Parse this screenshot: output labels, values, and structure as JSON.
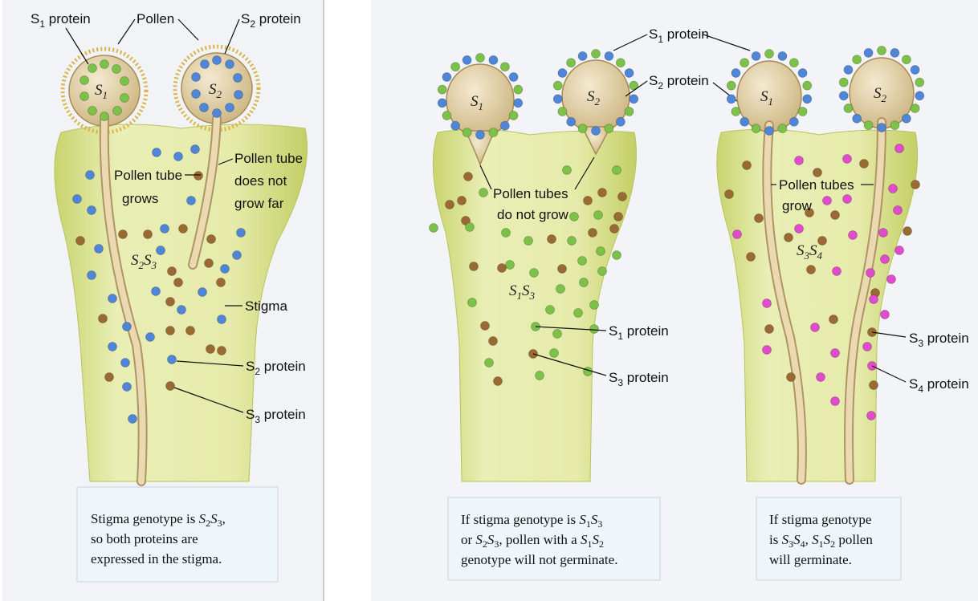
{
  "panel1": {
    "labels": {
      "s1_protein": "S",
      "s1_protein_sub": "1",
      "s1_protein_tail": " protein",
      "pollen": "Pollen",
      "s2_protein": "S",
      "s2_protein_sub": "2",
      "s2_protein_tail": " protein",
      "pollen_tube_grows_1": "Pollen tube",
      "pollen_tube_grows_2": "grows",
      "tube_not_far_1": "Pollen tube",
      "tube_not_far_2": "does not",
      "tube_not_far_3": "grow far",
      "stigma": "Stigma",
      "s2_protein_b": "S",
      "s2_protein_b_sub": "2",
      "s2_protein_b_tail": " protein",
      "s3_protein_b": "S",
      "s3_protein_b_sub": "3",
      "s3_protein_b_tail": " protein"
    },
    "genotype": {
      "a": "S",
      "a_sub": "2",
      "b": "S",
      "b_sub": "3"
    },
    "grain1": {
      "s": "S",
      "sub": "1"
    },
    "grain2": {
      "s": "S",
      "sub": "2"
    },
    "caption": {
      "l1a": "Stigma genotype is ",
      "l1b": "S",
      "l1c": "2",
      "l1d": "S",
      "l1e": "3",
      "l1f": ",",
      "l2": "so both proteins are",
      "l3": "expressed in the stigma."
    }
  },
  "panel2": {
    "labels": {
      "s1_protein": "S",
      "s1_protein_sub": "1",
      "s1_protein_tail": " protein",
      "s2_protein": "S",
      "s2_protein_sub": "2",
      "s2_protein_tail": " protein",
      "tubes_no_1": "Pollen tubes",
      "tubes_no_2": "do not grow",
      "s1_protein_b": "S",
      "s1_protein_b_sub": "1",
      "s1_protein_b_tail": " protein",
      "s3_protein_b": "S",
      "s3_protein_b_sub": "3",
      "s3_protein_b_tail": " protein"
    },
    "genotype": {
      "a": "S",
      "a_sub": "1",
      "b": "S",
      "b_sub": "3"
    },
    "grain1": {
      "s": "S",
      "sub": "1"
    },
    "grain2": {
      "s": "S",
      "sub": "2"
    },
    "caption": {
      "l1a": "If stigma genotype is ",
      "l1b": "S",
      "l1c": "1",
      "l1d": "S",
      "l1e": "3",
      "l2a": "or ",
      "l2b": "S",
      "l2c": "2",
      "l2d": "S",
      "l2e": "3",
      "l2f": ", pollen with a ",
      "l2g": "S",
      "l2h": "1",
      "l2i": "S",
      "l2j": "2",
      "l3": "genotype will not germinate."
    }
  },
  "panel3": {
    "labels": {
      "tubes_grow_1": "Pollen tubes",
      "tubes_grow_2": "grow",
      "s3_protein": "S",
      "s3_protein_sub": "3",
      "s3_protein_tail": " protein",
      "s4_protein": "S",
      "s4_protein_sub": "4",
      "s4_protein_tail": " protein"
    },
    "genotype": {
      "a": "S",
      "a_sub": "3",
      "b": "S",
      "b_sub": "4"
    },
    "grain1": {
      "s": "S",
      "sub": "1"
    },
    "grain2": {
      "s": "S",
      "sub": "2"
    },
    "caption": {
      "l1": "If stigma genotype",
      "l2a": "is ",
      "l2b": "S",
      "l2c": "3",
      "l2d": "S",
      "l2e": "4",
      "l2f": ", ",
      "l2g": "S",
      "l2h": "1",
      "l2i": "S",
      "l2j": "2",
      "l2k": " pollen",
      "l3": "will germinate."
    }
  },
  "colors": {
    "stigma": "#e6ecab",
    "stigma_shade": "#cfd87a",
    "pollen": "#e7d6b0",
    "pollen_edge": "#b59a62",
    "blue": "#4f86d8",
    "green": "#7cc248",
    "brown": "#9b6a33",
    "magenta": "#e04ccc",
    "panel_bg": "#f3f4f7",
    "caption_bg": "#eef6fb"
  }
}
